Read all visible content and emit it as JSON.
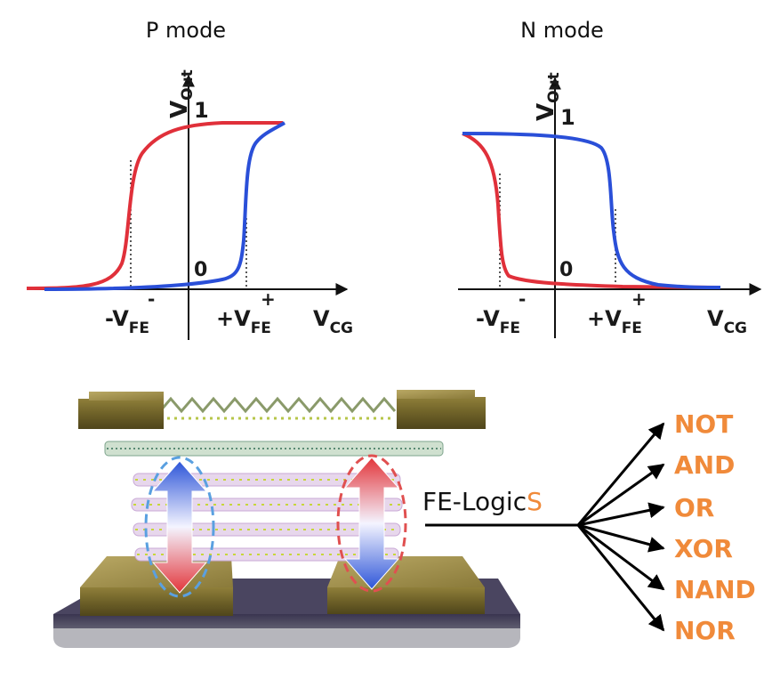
{
  "plots": [
    {
      "title": "P mode",
      "y_axis": {
        "main": "V",
        "sub": "Out"
      },
      "level_high": "1",
      "level_low": "0",
      "x_axis": {
        "main": "V",
        "sub": "CG"
      },
      "left_tick": {
        "main": "-V",
        "sub": "FE",
        "sup": "-"
      },
      "right_tick": {
        "main": "+V",
        "sub": "FE",
        "sup": "+"
      }
    },
    {
      "title": "N mode",
      "y_axis": {
        "main": "V",
        "sub": "Out"
      },
      "level_high": "1",
      "level_low": "0",
      "x_axis": {
        "main": "V",
        "sub": "CG"
      },
      "left_tick": {
        "main": "-V",
        "sub": "FE",
        "sup": "-"
      },
      "right_tick": {
        "main": "+V",
        "sub": "FE",
        "sup": "+"
      }
    }
  ],
  "logic": {
    "label_main": "FE-Logic",
    "label_accent": "S",
    "gates": [
      "NOT",
      "AND",
      "OR",
      "XOR",
      "NAND",
      "NOR"
    ]
  },
  "colors": {
    "red_curve": "#e0303a",
    "blue_curve": "#2a4fd8",
    "accent": "#f08a3a"
  }
}
